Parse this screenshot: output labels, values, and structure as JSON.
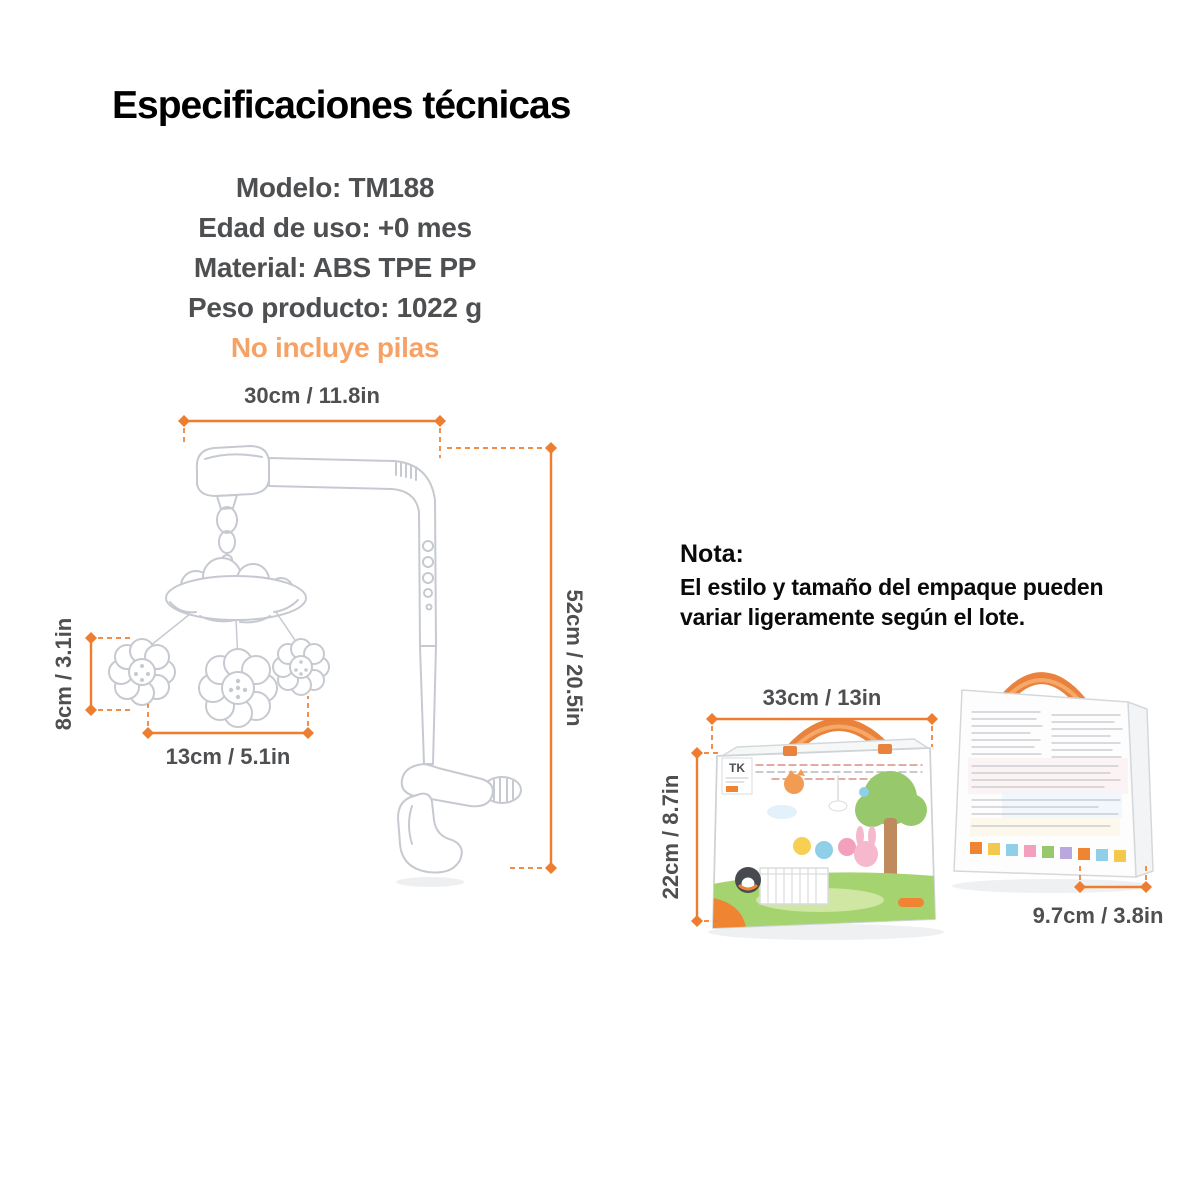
{
  "page": {
    "title": "Especificaciones técnicas"
  },
  "specs": {
    "modelo": "Modelo: TM188",
    "edad": "Edad de uso: +0 mes",
    "material": "Material: ABS TPE PP",
    "peso": "Peso producto: 1022 g",
    "pilas": "No incluye pilas"
  },
  "note": {
    "heading": "Nota:",
    "body": "El estilo y tamaño del empaque pueden variar ligeramente según el lote."
  },
  "dimensions": {
    "arm_length": "30cm / 11.8in",
    "total_height": "52cm / 20.5in",
    "toy_size": "8cm / 3.1in",
    "mobile_width": "13cm / 5.1in",
    "box_width": "33cm / 13in",
    "box_height": "22cm / 8.7in",
    "box_depth": "9.7cm / 3.8in"
  },
  "box": {
    "logo": "TK"
  },
  "colors": {
    "accent_orange": "#EE7D2F",
    "light_orange": "#F6A267",
    "spec_text": "#4E4F51",
    "line_art": "#C6CAD0"
  }
}
